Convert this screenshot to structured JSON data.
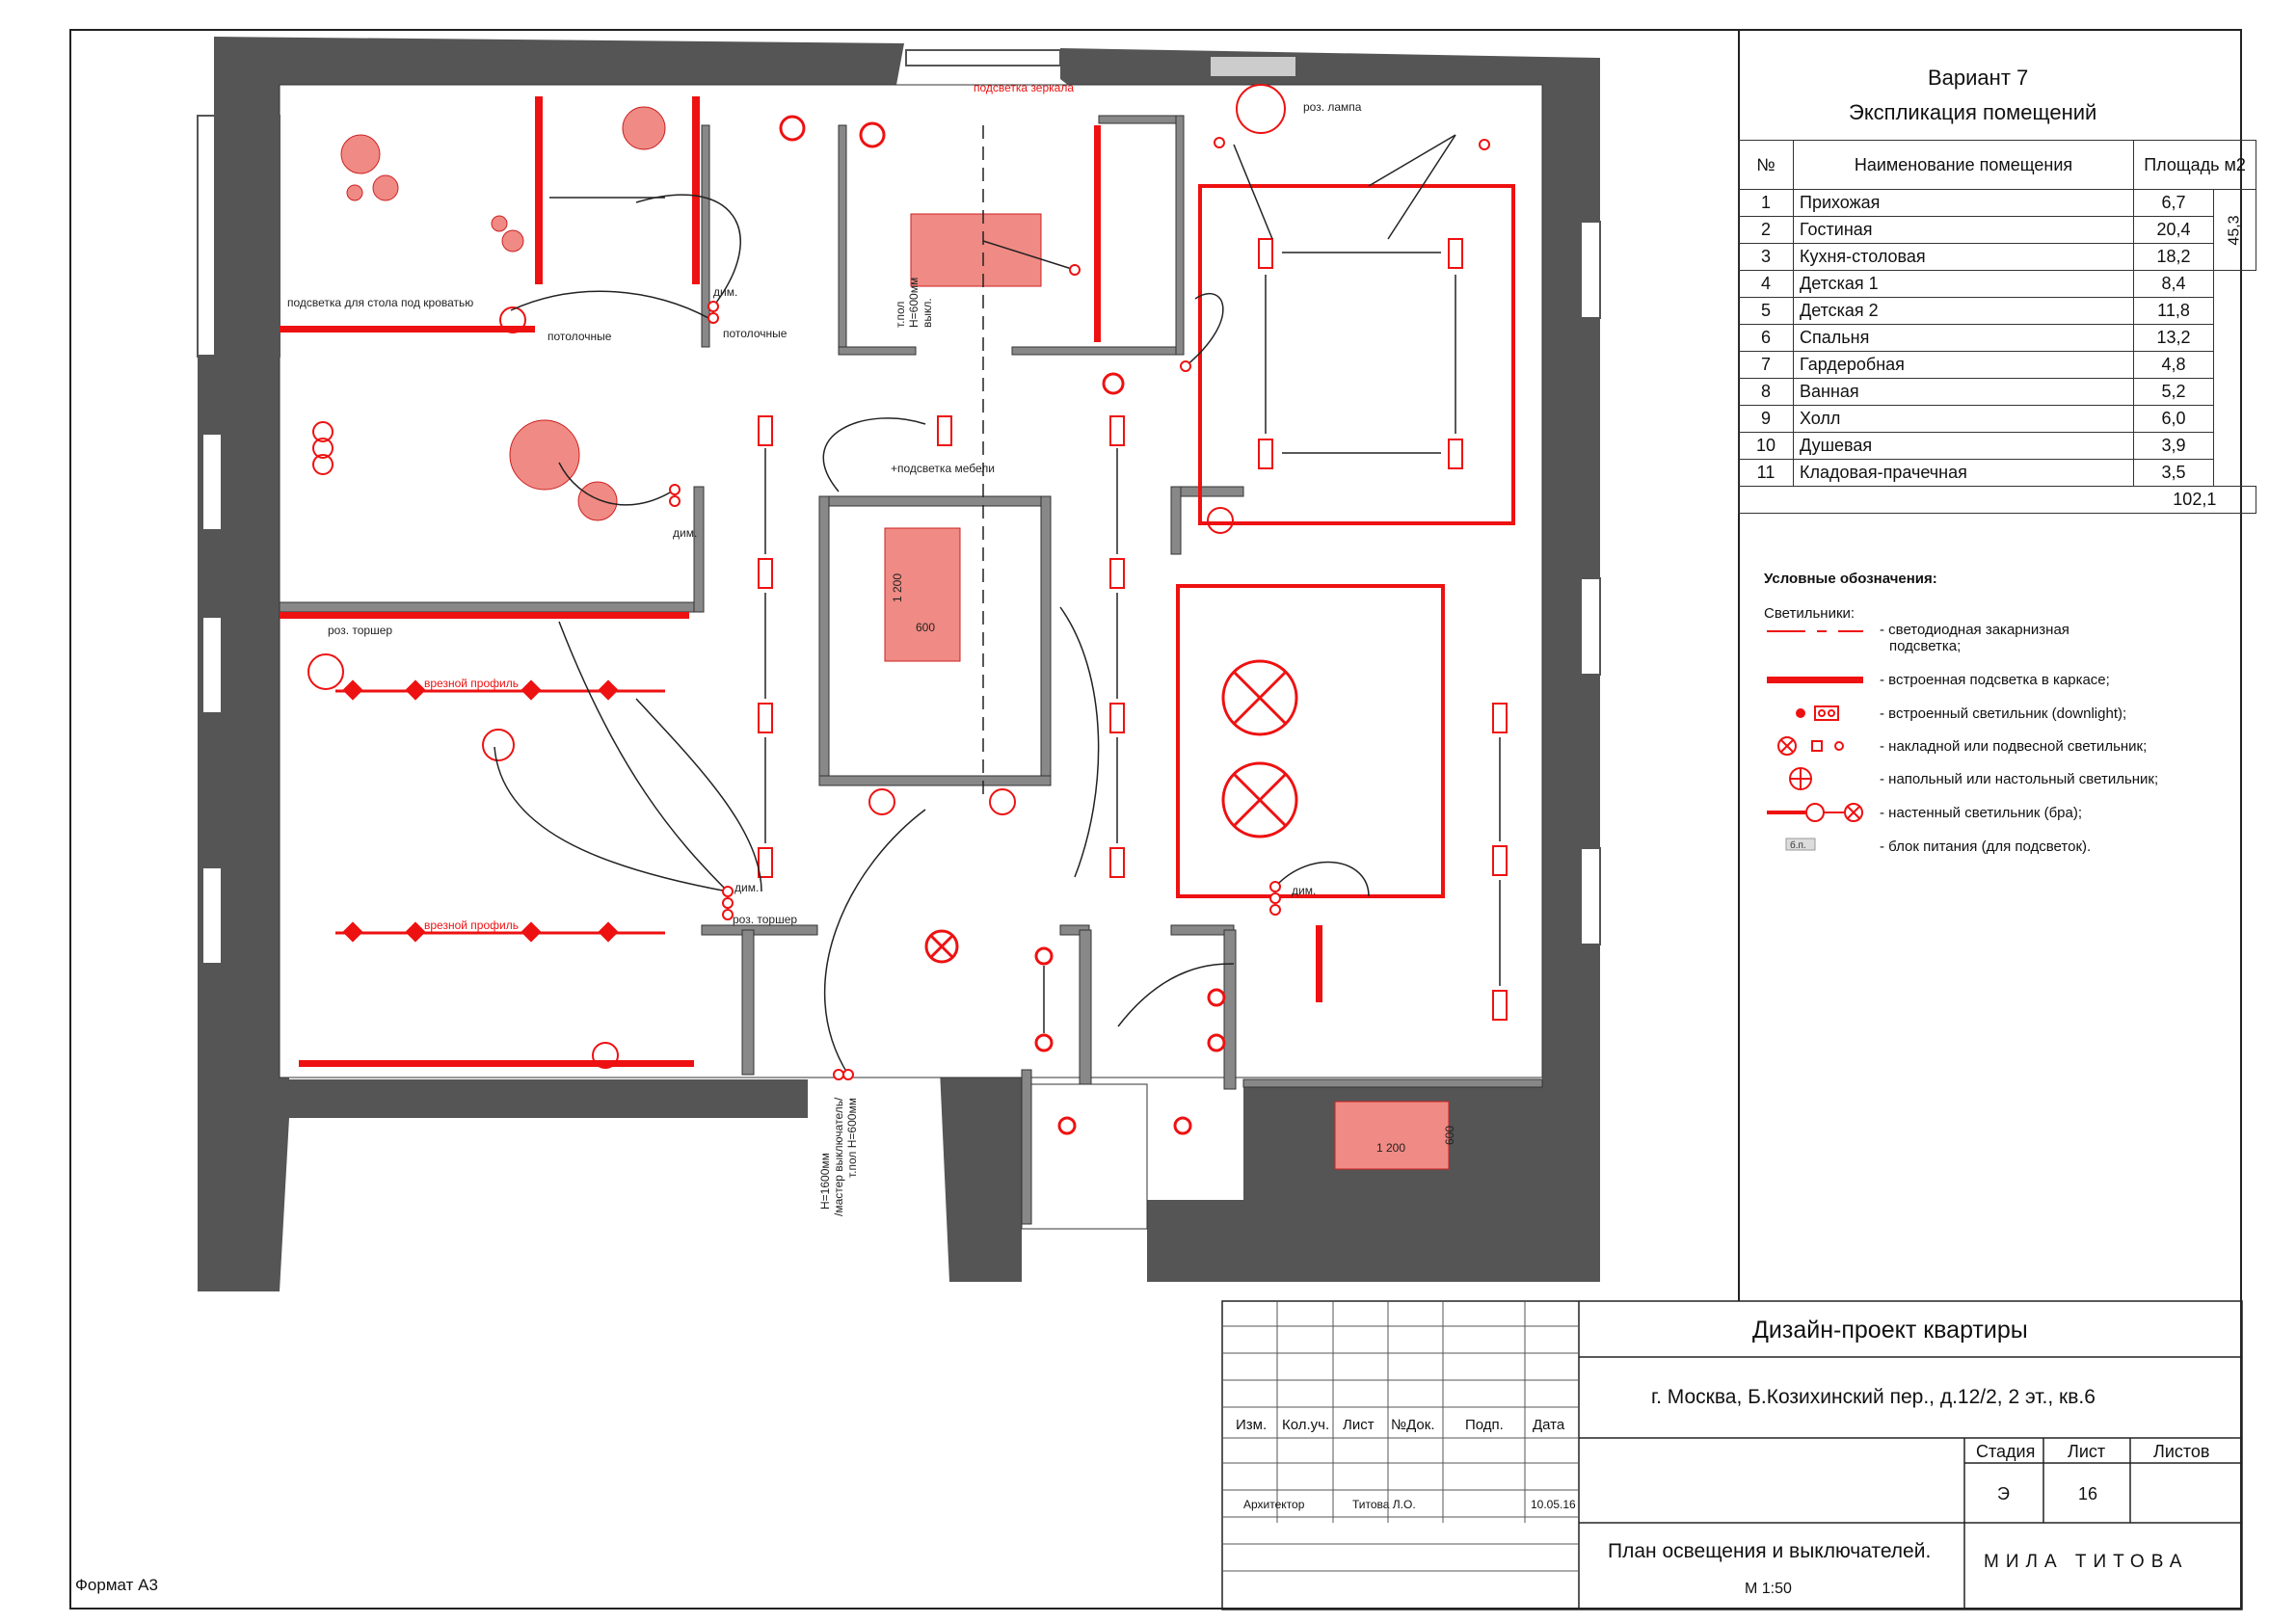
{
  "sheet": {
    "format": "Формат А3"
  },
  "explication": {
    "variant": "Вариант 7",
    "title": "Экспликация помещений",
    "headers": {
      "num": "№",
      "name": "Наименование помещения",
      "area": "Площадь м2"
    },
    "rows": [
      {
        "num": "1",
        "name": "Прихожая",
        "area": "6,7"
      },
      {
        "num": "2",
        "name": "Гостиная",
        "area": "20,4"
      },
      {
        "num": "3",
        "name": "Кухня-столовая",
        "area": "18,2"
      },
      {
        "num": "4",
        "name": "Детская 1",
        "area": "8,4"
      },
      {
        "num": "5",
        "name": "Детская 2",
        "area": "11,8"
      },
      {
        "num": "6",
        "name": "Спальня",
        "area": "13,2"
      },
      {
        "num": "7",
        "name": "Гардеробная",
        "area": "4,8"
      },
      {
        "num": "8",
        "name": "Ванная",
        "area": "5,2"
      },
      {
        "num": "9",
        "name": "Холл",
        "area": "6,0"
      },
      {
        "num": "10",
        "name": "Душевая",
        "area": "3,9"
      },
      {
        "num": "11",
        "name": "Кладовая-прачечная",
        "area": "3,5"
      }
    ],
    "subtotal": "45,3",
    "total": "102,1"
  },
  "legend": {
    "title": "Условные обозначения:",
    "subtitle": "Светильники:",
    "items": [
      {
        "text": "- светодиодная закарнизная",
        "text2": "подсветка;"
      },
      {
        "text": "- встроенная подсветка в каркасе;"
      },
      {
        "text": "- встроенный светильник (downlight);"
      },
      {
        "text": "- накладной или подвесной светильник;"
      },
      {
        "text": "- напольный или настольный светильник;"
      },
      {
        "text": "- настенный светильник (бра);"
      },
      {
        "text": "- блок питания (для подсветок)."
      }
    ],
    "psu_label": "б.п."
  },
  "plan_labels": {
    "mirror": "подсветка зеркала",
    "lamp_socket": "роз. лампа",
    "bed_table": "подсветка для стола под кроватью",
    "ceiling1": "потолочные",
    "ceiling2": "потолочные",
    "dim1": "дим.",
    "dim2": "дим.",
    "dim3": "дим.",
    "dim4": "дим.",
    "furniture": "+подсветка мебели",
    "torsher1": "роз. торшер",
    "torsher2": "роз. торшер",
    "profile1": "врезной профиль",
    "profile2": "врезной профиль",
    "dim_1200a": "1 200",
    "dim_600a": "600",
    "dim_1200b": "1 200",
    "dim_600b": "600",
    "floor_h1": "т.пол",
    "floor_h2": "Н=600мм",
    "floor_h3": "выкл.",
    "master1": "Н=1600мм",
    "master2": "/мастер выключатель/",
    "master3": "т.пол Н=600мм"
  },
  "title_block": {
    "project": "Дизайн-проект квартиры",
    "address": "г. Москва, Б.Козихинский пер., д.12/2, 2 эт., кв.6",
    "cols": [
      "Изм.",
      "Кол.уч.",
      "Лист",
      "№Док.",
      "Подп.",
      "Дата"
    ],
    "role": "Архитектор",
    "person": "Титова Л.О.",
    "date": "10.05.16",
    "stage_label": "Стадия",
    "sheet_label": "Лист",
    "sheets_label": "Листов",
    "stage": "Э",
    "sheet_no": "16",
    "drawing": "План освещения и выключателей.",
    "scale": "М 1:50",
    "author": "МИЛА ТИТОВА"
  },
  "colors": {
    "wall": "#555555",
    "light": "#ee1111",
    "fill": "#f08a84",
    "line": "#222222"
  }
}
